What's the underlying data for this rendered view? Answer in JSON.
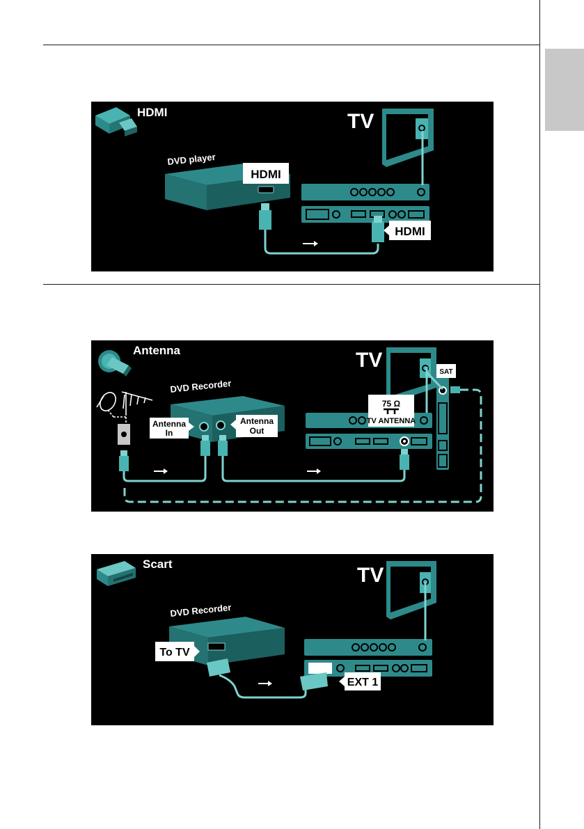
{
  "hdmi": {
    "icon_label": "HDMI",
    "tv_label": "TV",
    "device_label": "DVD player",
    "port_label_device": "HDMI",
    "port_label_tv": "HDMI"
  },
  "antenna": {
    "icon_label": "Antenna",
    "tv_label": "TV",
    "device_label": "DVD Recorder",
    "antenna_in": [
      "Antenna",
      "In"
    ],
    "antenna_out": [
      "Antenna",
      "Out"
    ],
    "impedance": "75 Ω",
    "tv_antenna": "TV ANTENNA",
    "sat_label": "SAT"
  },
  "scart": {
    "icon_label": "Scart",
    "tv_label": "TV",
    "device_label": "DVD Recorder",
    "to_tv_label": "To TV",
    "ext_label": "EXT 1"
  },
  "colors": {
    "panel_bg": "#000000",
    "device": "#2e8a8a",
    "device_light": "#49b3b1",
    "cable": "#7fd3cf",
    "label_bg": "#ffffff",
    "side_tab": "#c8c8c8"
  }
}
